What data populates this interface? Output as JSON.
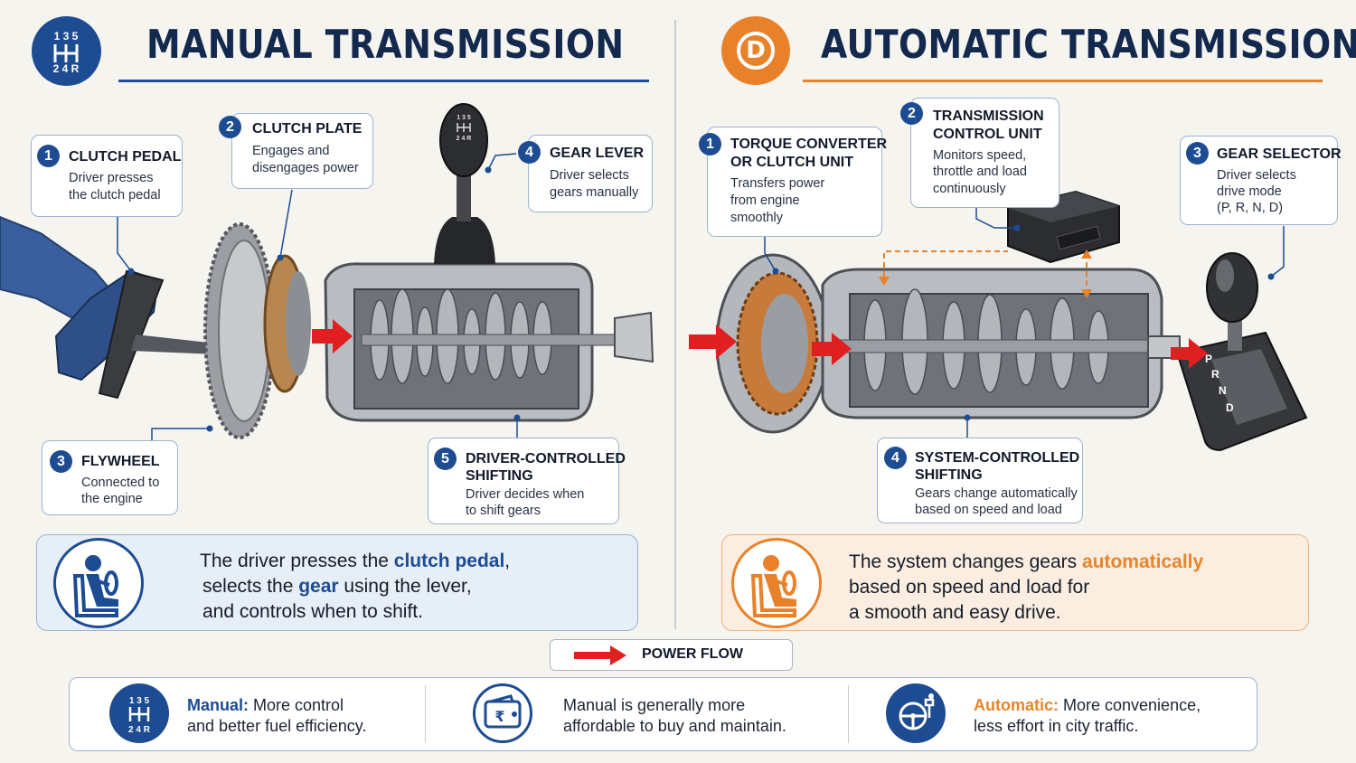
{
  "manual": {
    "title": "MANUAL TRANSMISSION",
    "shift_pattern": "1 3 5 / 2 4 R",
    "callouts": [
      {
        "num": "1",
        "title": "CLUTCH PEDAL",
        "body": [
          "Driver presses",
          "the clutch pedal"
        ]
      },
      {
        "num": "2",
        "title": "CLUTCH PLATE",
        "body": [
          "Engages and",
          "disengages power"
        ]
      },
      {
        "num": "3",
        "title": "FLYWHEEL",
        "body": [
          "Connected to",
          "the engine"
        ]
      },
      {
        "num": "4",
        "title": "GEAR LEVER",
        "body": [
          "Driver selects",
          "gears manually"
        ]
      },
      {
        "num": "5",
        "title": "DRIVER-CONTROLLED",
        "title2": "SHIFTING",
        "body": [
          "Driver decides when",
          "to shift gears"
        ]
      }
    ],
    "summary": {
      "line1_pre": "The driver presses the ",
      "line1_hl": "clutch pedal",
      "line1_post": ",",
      "line2_pre": "selects the ",
      "line2_hl": "gear",
      "line2_post": " using the lever,",
      "line3": "and controls when to shift."
    }
  },
  "automatic": {
    "title": "AUTOMATIC TRANSMISSION",
    "badge_letter": "D",
    "callouts": [
      {
        "num": "1",
        "title": "TORQUE CONVERTER",
        "title2": "OR CLUTCH UNIT",
        "body": [
          "Transfers power",
          "from engine",
          "smoothly"
        ]
      },
      {
        "num": "2",
        "title": "TRANSMISSION",
        "title2": "CONTROL UNIT",
        "body": [
          "Monitors speed,",
          "throttle and load",
          "continuously"
        ]
      },
      {
        "num": "3",
        "title": "GEAR SELECTOR",
        "body": [
          "Driver selects",
          "drive mode",
          "(P, R, N, D)"
        ]
      },
      {
        "num": "4",
        "title": "SYSTEM-CONTROLLED",
        "title2": "SHIFTING",
        "body": [
          "Gears change automatically",
          "based on speed and load"
        ]
      }
    ],
    "selector_letters": [
      "P",
      "R",
      "N",
      "D"
    ],
    "summary": {
      "line1_pre": "The system changes gears ",
      "line1_hl": "automatically",
      "line2": "based on speed and load for",
      "line3": "a smooth and easy drive."
    }
  },
  "legend": {
    "label": "POWER FLOW"
  },
  "bottom": [
    {
      "hl": "Manual:",
      "text1": " More control",
      "text2": "and better fuel efficiency."
    },
    {
      "text1": "Manual is generally more",
      "text2": "affordable to buy and maintain."
    },
    {
      "hl": "Automatic:",
      "text1": " More convenience,",
      "text2": "less effort in city traffic."
    }
  ],
  "colors": {
    "navy": "#13294d",
    "blue": "#1d4c92",
    "orange": "#e9812a",
    "power_flow": "#e02020"
  }
}
